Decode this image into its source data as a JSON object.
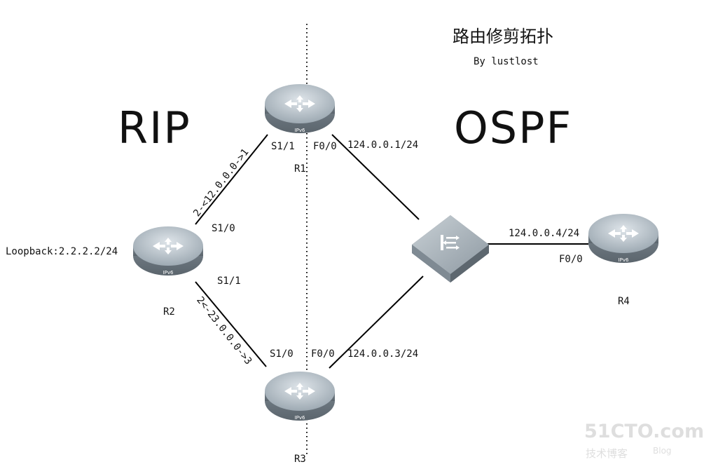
{
  "title": "路由修剪拓扑",
  "subtitle": "By lustlost",
  "zones": {
    "rip": "RIP",
    "ospf": "OSPF"
  },
  "devices": {
    "r1": {
      "name": "R1",
      "badge": "IPv6"
    },
    "r2": {
      "name": "R2",
      "badge": "IPv6"
    },
    "r3": {
      "name": "R3",
      "badge": "IPv6"
    },
    "r4": {
      "name": "R4",
      "badge": "IPv6"
    }
  },
  "interfaces": {
    "r1_s11": "S1/1",
    "r1_f00": "F0/0",
    "r2_s10": "S1/0",
    "r2_s11": "S1/1",
    "r3_s10": "S1/0",
    "r3_f00": "F0/0",
    "r4_f00": "F0/0"
  },
  "addresses": {
    "r1_f00": "124.0.0.1/24",
    "r3_f00": "124.0.0.3/24",
    "r4_f00": "124.0.0.4/24",
    "r2_loopback": "Loopback:2.2.2.2/24"
  },
  "links": {
    "r2_r1": "2-<12.0.0.0->1",
    "r2_r3": "2<-23.0.0.0->3"
  },
  "watermark": {
    "main": "51CTO.com",
    "sub": "技术博客",
    "blog": "Blog"
  },
  "colors": {
    "device_top": "#b9c3ca",
    "device_side": "#7d8891",
    "line": "#000000"
  }
}
